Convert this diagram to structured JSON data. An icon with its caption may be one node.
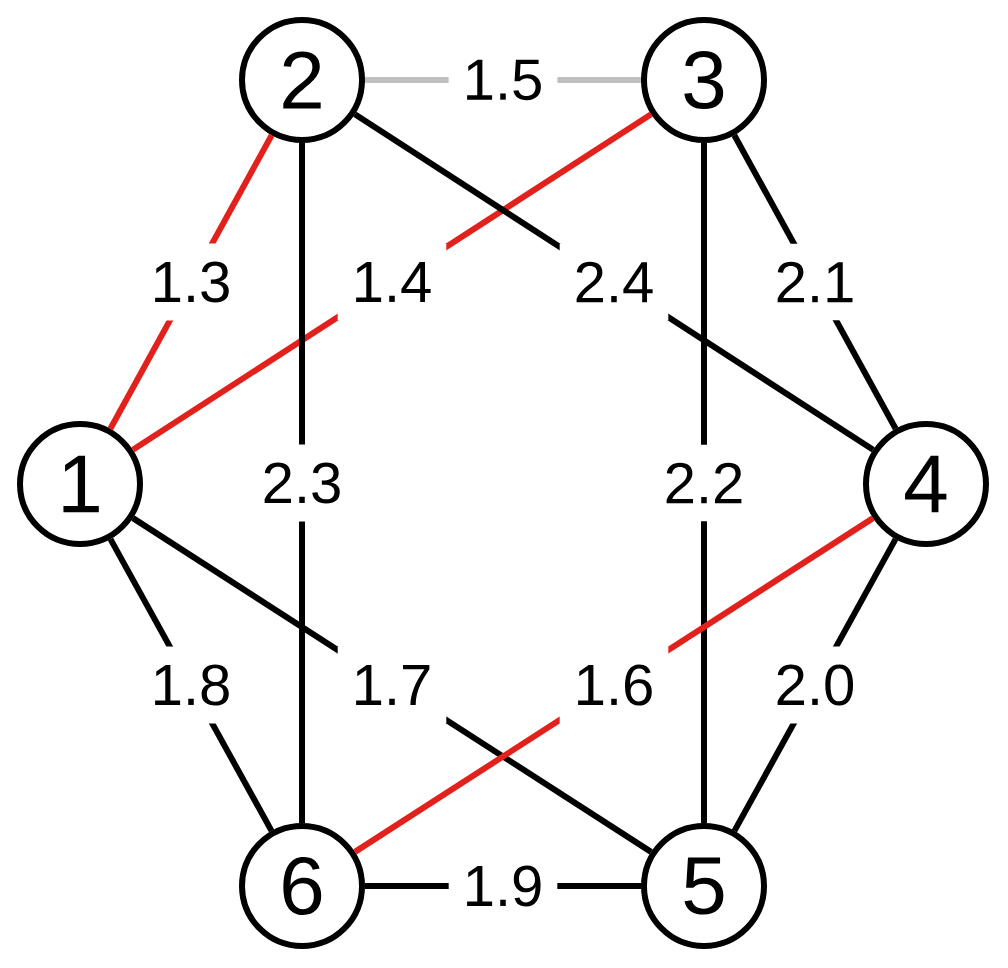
{
  "diagram": {
    "nodes": [
      {
        "text": [
          "2"
        ]
      },
      {
        "text": [
          "3"
        ]
      },
      {
        "text": [
          "1"
        ]
      },
      {
        "text": [
          "4"
        ]
      },
      {
        "text": [
          "6"
        ]
      },
      {
        "text": [
          "5"
        ]
      }
    ],
    "edges": [
      {
        "from": 2,
        "to": 0,
        "arrow": "none",
        "label": "1.3",
        "color": "#e3211c"
      },
      {
        "from": 0,
        "to": 1,
        "arrow": "none",
        "label": "1.5",
        "color": "#c0c0c0"
      },
      {
        "from": 2,
        "to": 1,
        "arrow": "none",
        "label": "1.4",
        "color": "#e3211c"
      },
      {
        "from": 0,
        "to": 3,
        "arrow": "none",
        "label": "2.4"
      },
      {
        "from": 1,
        "to": 3,
        "arrow": "none",
        "label": "2.1"
      },
      {
        "from": 0,
        "to": 4,
        "arrow": "none",
        "label": "2.3"
      },
      {
        "from": 1,
        "to": 5,
        "arrow": "none",
        "label": "2.2"
      },
      {
        "from": 2,
        "to": 4,
        "arrow": "none",
        "label": "1.8"
      },
      {
        "from": 2,
        "to": 5,
        "arrow": "none",
        "label": "1.7"
      },
      {
        "from": 3,
        "to": 4,
        "arrow": "none",
        "label": "1.6",
        "color": "#e3211c"
      },
      {
        "from": 3,
        "to": 5,
        "arrow": "none",
        "label": "2.0"
      },
      {
        "from": 4,
        "to": 5,
        "arrow": "none",
        "label": "1.9"
      }
    ]
  }
}
